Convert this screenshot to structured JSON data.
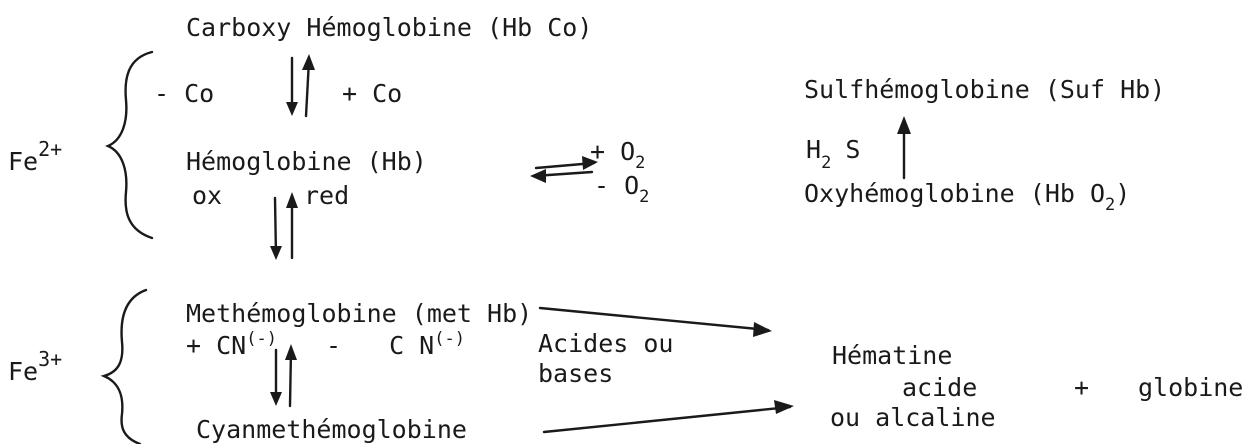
{
  "fe2": {
    "symbol": "Fe",
    "charge": "2+"
  },
  "fe3": {
    "symbol": "Fe",
    "charge": "3+"
  },
  "carboxy": "Carboxy Hémoglobine (Hb Co)",
  "minus_co": "- Co",
  "plus_co": "+ Co",
  "hemoglobine": "Hémoglobine (Hb)",
  "ox": "ox",
  "red": "red",
  "plus_o2": {
    "sign": "+ O",
    "sub": "2"
  },
  "minus_o2": {
    "sign": "- O",
    "sub": "2"
  },
  "sulf": "Sulfhémoglobine (Suf Hb)",
  "h2s": {
    "h": "H",
    "sub": "2",
    "s": "S"
  },
  "oxyhb": {
    "text": "Oxyhémoglobine (Hb O",
    "sub": "2",
    "close": ")"
  },
  "methb": "Methémoglobine (met Hb)",
  "plus_cn": {
    "text": "+ CN",
    "sup": "(-)"
  },
  "minus_cn": {
    "sign": "-",
    "text": "C N",
    "sup": "(-)"
  },
  "acides1": "Acides ou",
  "acides2": "bases",
  "hematine1": "Hématine",
  "hematine2": "acide",
  "plus": "+",
  "globine": "globine",
  "hematine3": "ou alcaline",
  "cyanmet": "Cyanmethémoglobine"
}
